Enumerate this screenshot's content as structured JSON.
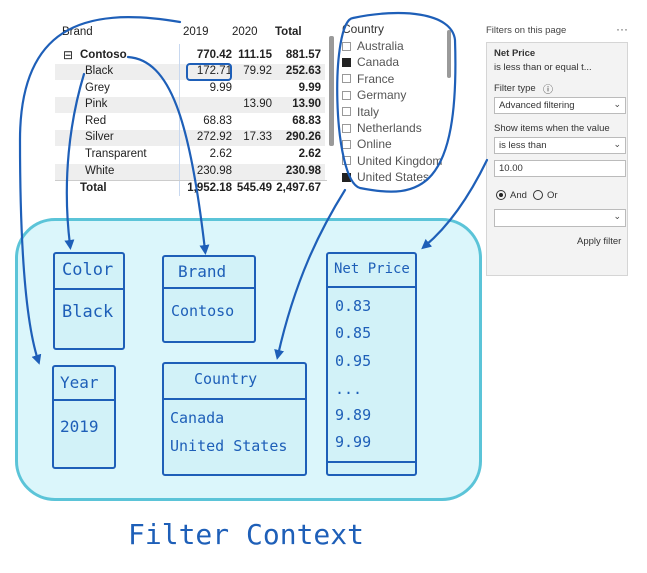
{
  "matrix": {
    "headers": {
      "brand": "Brand",
      "y2019": "2019",
      "y2020": "2020",
      "total": "Total"
    },
    "contoso": {
      "label": "Contoso",
      "v2019": "770.42",
      "v2020": "111.15",
      "total": "881.57"
    },
    "rows": [
      {
        "label": "Black",
        "v2019": "172.71",
        "v2020": "79.92",
        "total": "252.63"
      },
      {
        "label": "Grey",
        "v2019": "9.99",
        "v2020": "",
        "total": "9.99"
      },
      {
        "label": "Pink",
        "v2019": "",
        "v2020": "13.90",
        "total": "13.90"
      },
      {
        "label": "Red",
        "v2019": "68.83",
        "v2020": "",
        "total": "68.83"
      },
      {
        "label": "Silver",
        "v2019": "272.92",
        "v2020": "17.33",
        "total": "290.26"
      },
      {
        "label": "Transparent",
        "v2019": "2.62",
        "v2020": "",
        "total": "2.62"
      },
      {
        "label": "White",
        "v2019": "230.98",
        "v2020": "",
        "total": "230.98"
      }
    ],
    "total": {
      "label": "Total",
      "v2019": "1,952.18",
      "v2020": "545.49",
      "total": "2,497.67"
    },
    "expand_symbol": "⊟"
  },
  "slicer": {
    "title": "Country",
    "items": [
      {
        "label": "Australia",
        "checked": false
      },
      {
        "label": "Canada",
        "checked": true
      },
      {
        "label": "France",
        "checked": false
      },
      {
        "label": "Germany",
        "checked": false
      },
      {
        "label": "Italy",
        "checked": false
      },
      {
        "label": "Netherlands",
        "checked": false
      },
      {
        "label": "Online",
        "checked": false
      },
      {
        "label": "United Kingdom",
        "checked": false
      },
      {
        "label": "United States",
        "checked": true
      }
    ]
  },
  "filter_pane": {
    "title": "Filters on this page",
    "more": "···",
    "field": "Net Price",
    "summary": "is less than or equal t...",
    "filter_type_label": "Filter type",
    "info_icon": "ⓘ",
    "filter_type_value": "Advanced filtering",
    "show_items_label": "Show items when the value",
    "condition_value": "is less than",
    "amount_value": "10.00",
    "and_label": "And",
    "or_label": "Or",
    "apply_label": "Apply filter"
  },
  "sketch": {
    "color": {
      "header": "Color",
      "value": "Black"
    },
    "brand": {
      "header": "Brand",
      "value": "Contoso"
    },
    "year": {
      "header": "Year",
      "value": "2019"
    },
    "country": {
      "header": "Country",
      "values": [
        "Canada",
        "United States"
      ]
    },
    "net_price": {
      "header": "Net Price",
      "values": [
        "0.83",
        "0.85",
        "0.95",
        "...",
        "9.89",
        "9.99"
      ]
    },
    "caption": "Filter Context"
  },
  "colors": {
    "ink": "#1e5fb8",
    "fill": "#d2f2f8",
    "region": "#dbf6fb",
    "region_border": "#5bc4d8"
  }
}
